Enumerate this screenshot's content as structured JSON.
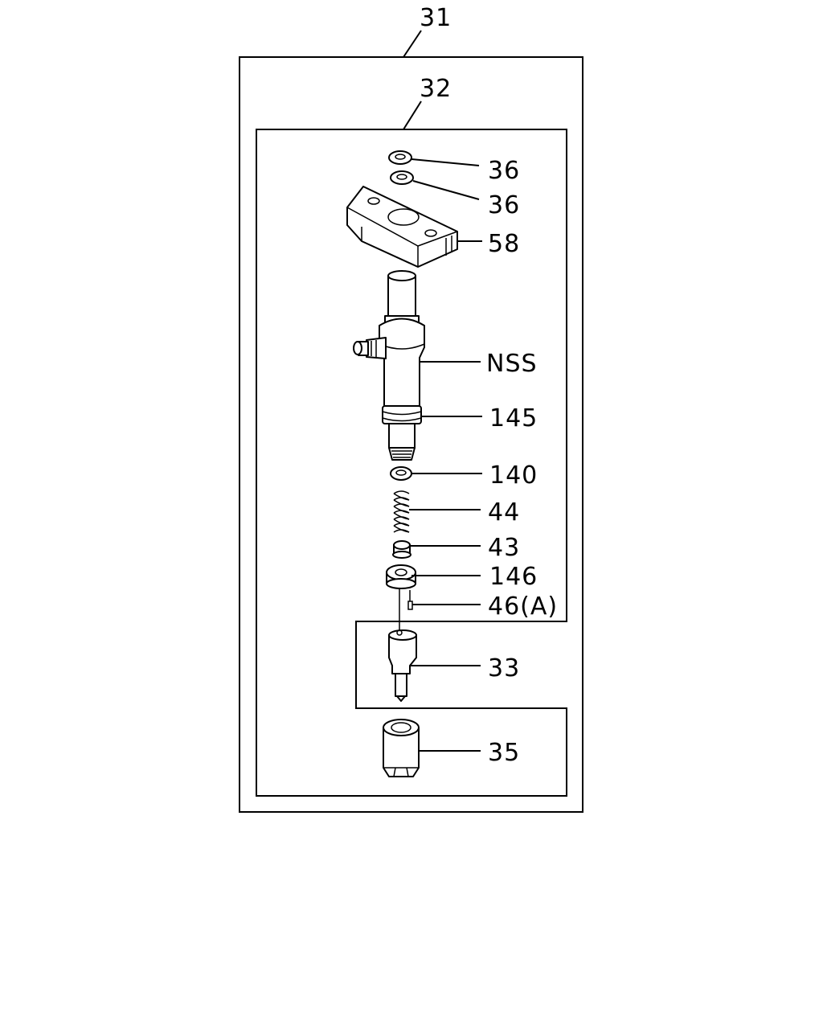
{
  "assembly": {
    "outer_label": "31",
    "inner_label": "32"
  },
  "callouts": [
    {
      "id": "washer-upper",
      "label": "36"
    },
    {
      "id": "washer-lower",
      "label": "36"
    },
    {
      "id": "bracket",
      "label": "58"
    },
    {
      "id": "injector-body",
      "label": "NSS"
    },
    {
      "id": "o-ring",
      "label": "145"
    },
    {
      "id": "shim-washer",
      "label": "140"
    },
    {
      "id": "spring",
      "label": "44"
    },
    {
      "id": "spring-seat",
      "label": "43"
    },
    {
      "id": "spacer",
      "label": "146"
    },
    {
      "id": "pin",
      "label": "46(A)"
    },
    {
      "id": "nozzle",
      "label": "33"
    },
    {
      "id": "retaining-nut",
      "label": "35"
    }
  ]
}
